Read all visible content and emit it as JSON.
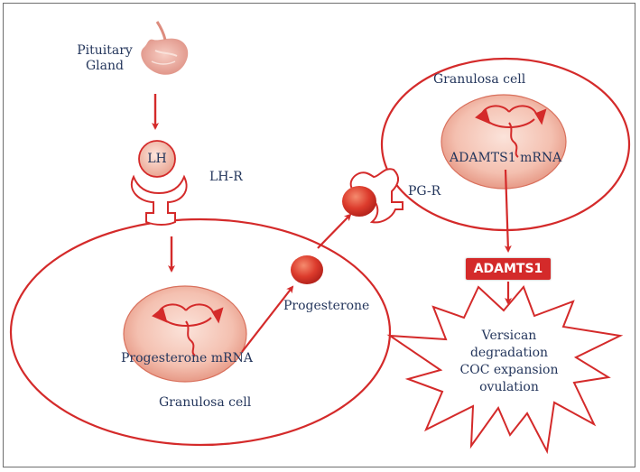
{
  "labels": {
    "pituitary_gland": "Pituitary\nGland",
    "lh": "LH",
    "lh_r": "LH-R",
    "pg_r": "PG-R",
    "granulosa_cell_top": "Granulosa cell",
    "granulosa_cell_bottom": "Granulosa cell",
    "adamts1_mrna": "ADAMTS1 mRNA",
    "progesterone_mrna": "Progesterone mRNA",
    "progesterone": "Progesterone",
    "adamts1_protein": "ADAMTS1",
    "outcome_1": "Versican",
    "outcome_2": "degradation",
    "outcome_3": "COC expansion",
    "outcome_4": "ovulation"
  },
  "colors": {
    "accent_red": "#d42a2a",
    "text_navy": "#24365c",
    "nucleus_fill": "#f5c3b4"
  }
}
